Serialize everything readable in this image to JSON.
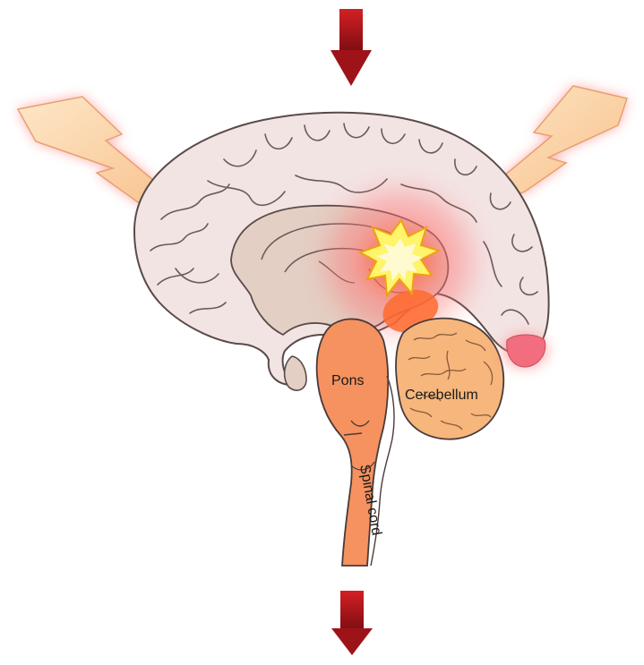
{
  "labels": {
    "pons": "Pons",
    "cerebellum": "Cerebellum",
    "spinal_cord": "Spinal cord"
  },
  "colors": {
    "arrow": "#a3151c",
    "cortex": "#f2e4e4",
    "inner_brain": "#e2cdc3",
    "brainstem": "#f5925f",
    "cerebellum": "#f6b67c",
    "lightning_fill": "#fbd4a6",
    "lightning_glow": "#ffb0b0",
    "burst_fill": "#fff46a",
    "hot_spot": "#ff5a2e",
    "frontal_spot": "#f26d7d"
  },
  "icons": [
    "down-arrow-icon",
    "lightning-bolt-icon",
    "impact-burst-icon"
  ]
}
